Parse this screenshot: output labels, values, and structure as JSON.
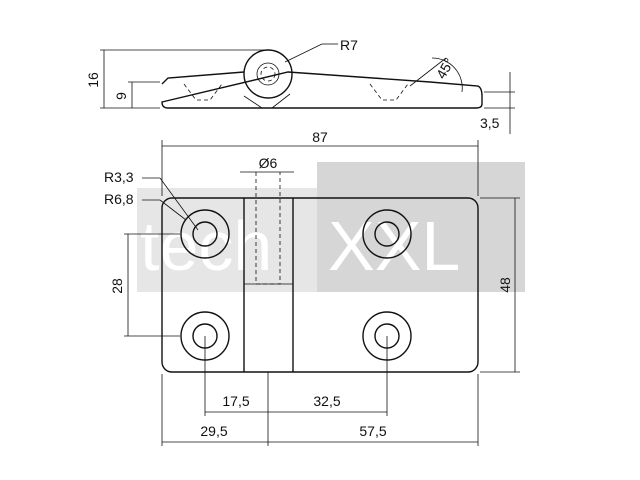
{
  "drawing": {
    "dimensions": {
      "height_total": "16",
      "height_leaf": "9",
      "hinge_radius": "R7",
      "angle": "45°",
      "thickness": "3,5",
      "overall_length": "87",
      "pin_diameter": "Ø6",
      "hole_radius": "R3,3",
      "countersink_radius": "R6,8",
      "hole_spacing_vertical": "28",
      "overall_width": "48",
      "offset_left_hole": "17,5",
      "offset_right_hole": "32,5",
      "left_leaf_span": "29,5",
      "right_leaf_span": "57,5"
    },
    "watermark": {
      "text_left": "tech",
      "text_right": "XXL",
      "bg_color": "#dcdcdc",
      "text_color": "#ffffff"
    },
    "line_color": "#111111"
  }
}
